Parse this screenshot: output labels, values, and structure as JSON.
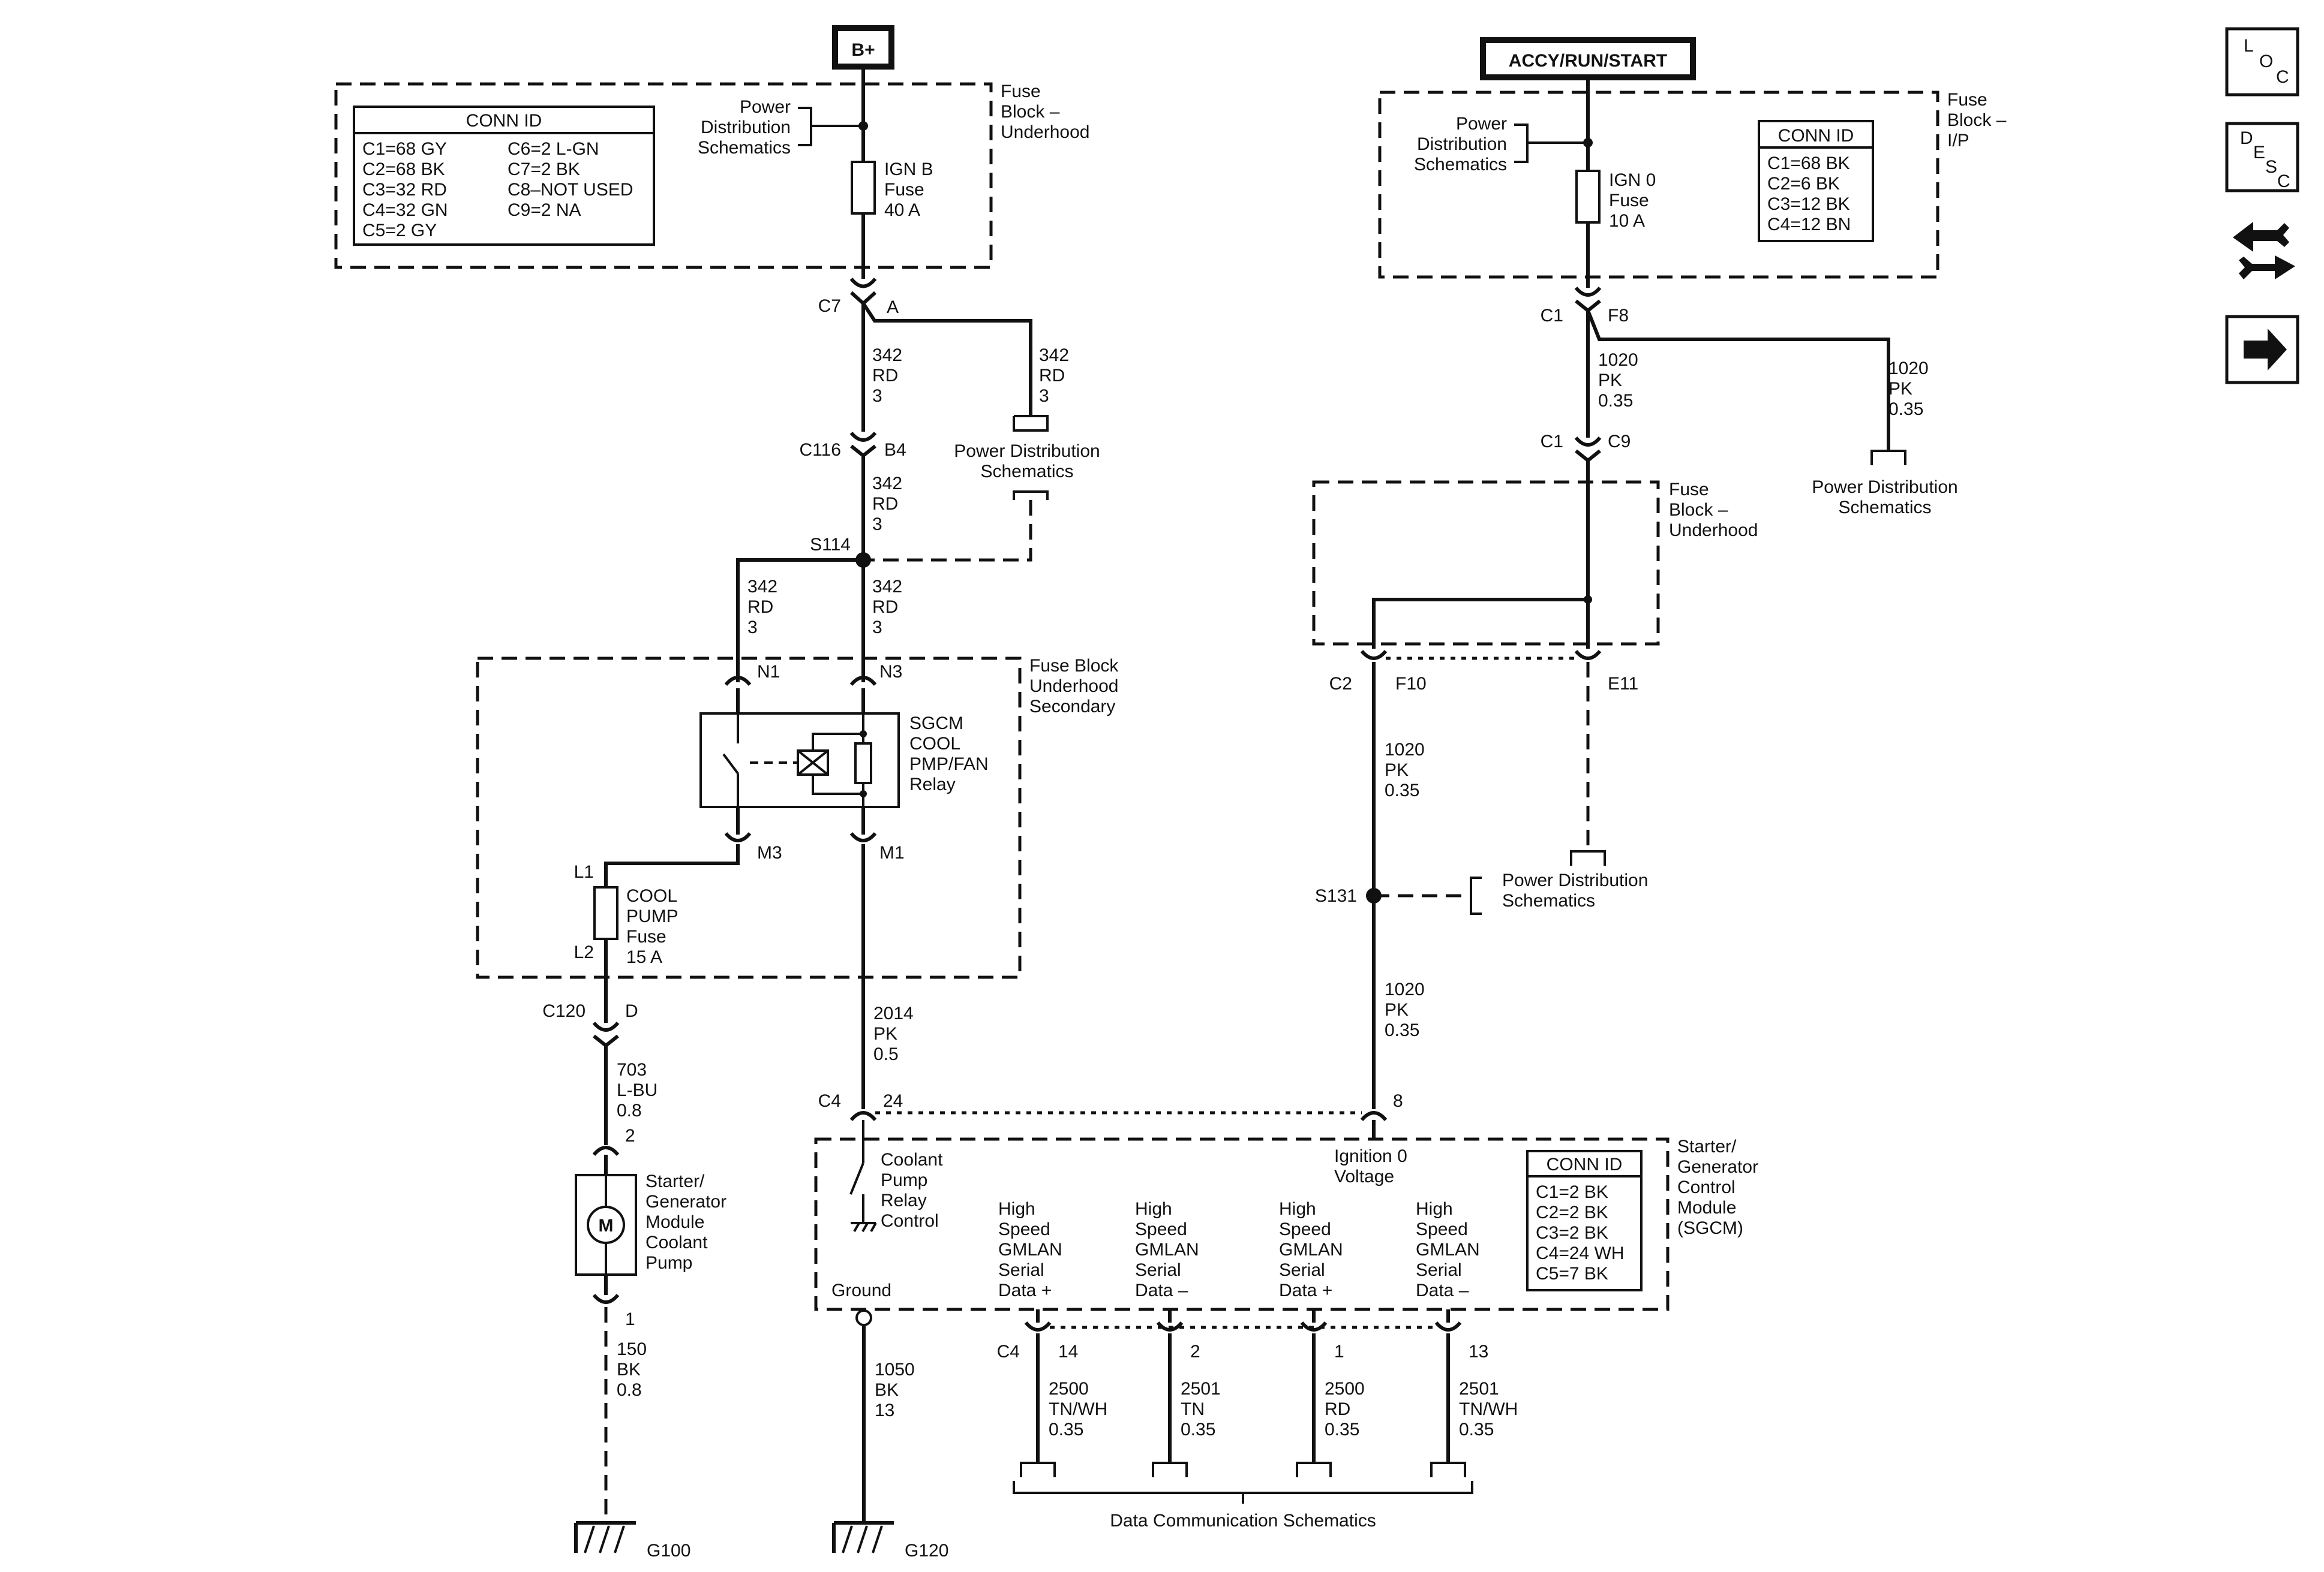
{
  "power_sources": {
    "bplus": "B+",
    "accy": "ACCY/RUN/START"
  },
  "fuse_block_underhood": {
    "label": [
      "Fuse",
      "Block –",
      "Underhood"
    ],
    "pds_label": [
      "Power",
      "Distribution",
      "Schematics"
    ],
    "conn_id": {
      "title": "CONN ID",
      "col1": [
        "C1=68 GY",
        "C2=68 BK",
        "C3=32 RD",
        "C4=32 GN",
        "C5=2 GY"
      ],
      "col2": [
        "C6=2 L-GN",
        "C7=2 BK",
        "C8–NOT USED",
        "C9=2 NA"
      ]
    },
    "fuse": [
      "IGN B",
      "Fuse",
      "40 A"
    ]
  },
  "fuse_block_ip": {
    "label": [
      "Fuse",
      "Block –",
      "I/P"
    ],
    "pds_label": [
      "Power",
      "Distribution",
      "Schematics"
    ],
    "conn_id": {
      "title": "CONN ID",
      "col1": [
        "C1=68 BK",
        "C2=6 BK",
        "C3=12 BK",
        "C4=12 BN"
      ]
    },
    "fuse": [
      "IGN 0",
      "Fuse",
      "10 A"
    ]
  },
  "connectors": {
    "c7": "C7",
    "a": "A",
    "c116": "C116",
    "b4": "B4",
    "s114": "S114",
    "n1": "N1",
    "n3": "N3",
    "m3": "M3",
    "m1": "M1",
    "l1": "L1",
    "l2": "L2",
    "c120": "C120",
    "d": "D",
    "pin2": "2",
    "pin1": "1",
    "c4": "C4",
    "p24": "24",
    "p8": "8",
    "c1a": "C1",
    "f8": "F8",
    "c1b": "C1",
    "c9": "C9",
    "c2": "C2",
    "f10": "F10",
    "e11": "E11",
    "s131": "S131",
    "c4b": "C4",
    "p14": "14",
    "p2": "2",
    "p1": "1",
    "p13": "13"
  },
  "wires": {
    "w342a": [
      "342",
      "RD",
      "3"
    ],
    "w342b": [
      "342",
      "RD",
      "3"
    ],
    "w342c": [
      "342",
      "RD",
      "3"
    ],
    "w342d": [
      "342",
      "RD",
      "3"
    ],
    "w342e": [
      "342",
      "RD",
      "3"
    ],
    "w2014": [
      "2014",
      "PK",
      "0.5"
    ],
    "w703": [
      "703",
      "L-BU",
      "0.8"
    ],
    "w150": [
      "150",
      "BK",
      "0.8"
    ],
    "w1050": [
      "1050",
      "BK",
      "13"
    ],
    "w1020a": [
      "1020",
      "PK",
      "0.35"
    ],
    "w1020b": [
      "1020",
      "PK",
      "0.35"
    ],
    "w1020c": [
      "1020",
      "PK",
      "0.35"
    ],
    "w1020d": [
      "1020",
      "PK",
      "0.35"
    ],
    "w2500a": [
      "2500",
      "TN/WH",
      "0.35"
    ],
    "w2501a": [
      "2501",
      "TN",
      "0.35"
    ],
    "w2500b": [
      "2500",
      "RD",
      "0.35"
    ],
    "w2501b": [
      "2501",
      "TN/WH",
      "0.35"
    ]
  },
  "pds_refs": {
    "left": [
      "Power Distribution",
      "Schematics"
    ],
    "right": [
      "Power Distribution",
      "Schematics"
    ],
    "s131": [
      "Power Distribution",
      "Schematics"
    ]
  },
  "fuse_block_secondary": {
    "label": [
      "Fuse Block",
      "Underhood",
      "Secondary"
    ],
    "relay": [
      "SGCM",
      "COOL",
      "PMP/FAN",
      "Relay"
    ],
    "fuse": [
      "COOL",
      "PUMP",
      "Fuse",
      "15 A"
    ]
  },
  "fuse_block_underhood2": {
    "label": [
      "Fuse",
      "Block –",
      "Underhood"
    ]
  },
  "pump": [
    "Starter/",
    "Generator",
    "Module",
    "Coolant",
    "Pump"
  ],
  "motor_symbol": "M",
  "sgcm": {
    "label": [
      "Starter/",
      "Generator",
      "Control",
      "Module",
      "(SGCM)"
    ],
    "coolant_ctrl": [
      "Coolant",
      "Pump",
      "Relay",
      "Control"
    ],
    "ign_voltage": [
      "Ignition 0",
      "Voltage"
    ],
    "ground": "Ground",
    "data1": [
      "High",
      "Speed",
      "GMLAN",
      "Serial",
      "Data +"
    ],
    "data2": [
      "High",
      "Speed",
      "GMLAN",
      "Serial",
      "Data –"
    ],
    "data3": [
      "High",
      "Speed",
      "GMLAN",
      "Serial",
      "Data +"
    ],
    "data4": [
      "High",
      "Speed",
      "GMLAN",
      "Serial",
      "Data –"
    ],
    "conn_id": {
      "title": "CONN ID",
      "col1": [
        "C1=2 BK",
        "C2=2 BK",
        "C3=2 BK",
        "C4=24 WH",
        "C5=7 BK"
      ]
    }
  },
  "grounds": {
    "g100": "G100",
    "g120": "G120"
  },
  "data_comm": "Data Communication Schematics",
  "nav": {
    "loc": [
      "L",
      "O",
      "C"
    ],
    "desc": [
      "D",
      "E",
      "S",
      "C"
    ]
  }
}
